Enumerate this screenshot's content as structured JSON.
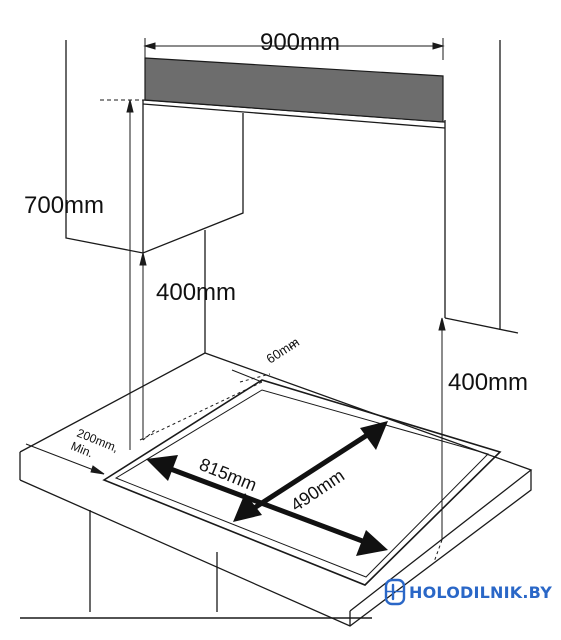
{
  "dimensions": {
    "width_top": "900mm",
    "hood_height": "700mm",
    "left_clearance": "400mm",
    "right_clearance": "400mm",
    "edge_gap": "60mm",
    "side_gap": "200mm,",
    "side_gap_min": "Min.",
    "cutout_width": "815mm",
    "cutout_depth": "490mm"
  },
  "watermark": {
    "text": "HOLODILNIK.BY",
    "icon": "fridge-icon"
  },
  "colors": {
    "line": "#1a1a1a",
    "hood_band": "#6d6d6d",
    "watermark": "#2a67c7"
  }
}
